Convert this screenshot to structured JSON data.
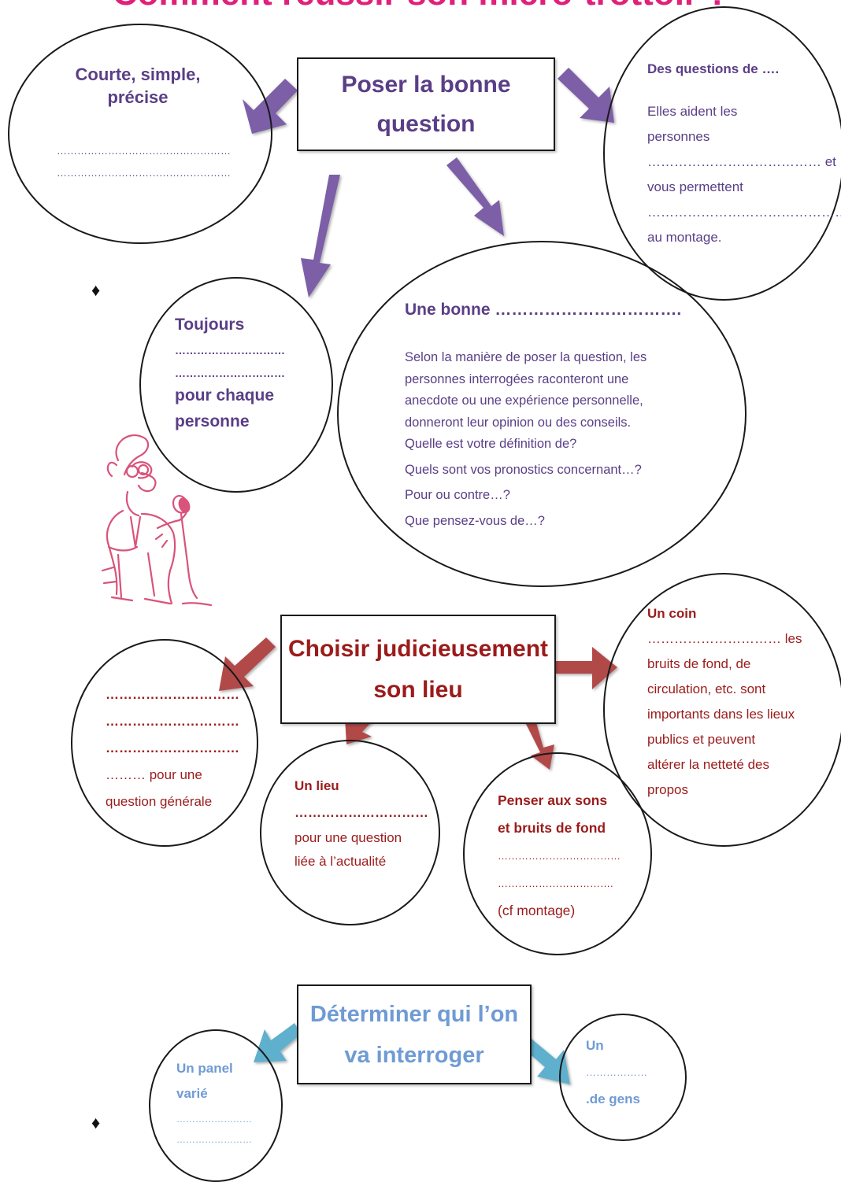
{
  "title": "Comment réussir son micro-trottoir ?",
  "colors": {
    "title": "#e0207a",
    "purple_text": "#5a3e86",
    "purple_arrow": "#7b5ea7",
    "red_text": "#9b1b1b",
    "red_arrow": "#b24a4a",
    "blue_text": "#6f9bd4",
    "blue_arrow": "#5fb0cc",
    "journalist_drawing": "#d9537a"
  },
  "section1": {
    "box_title_line1": "Poser la bonne",
    "box_title_line2": "question",
    "bubble_left": {
      "line1": "Courte, simple,",
      "line2": "précise",
      "blank1": "……………………………………………",
      "blank2": "……………………………………………"
    },
    "bubble_right": {
      "line1": "Des questions de ….",
      "line2": "Elles aident les",
      "line3": "personnes",
      "line4": "………………………………… et",
      "line5": "vous permettent",
      "line6": "…………………………………………",
      "line7": "au montage."
    },
    "bubble_toujours": {
      "line1": "Toujours",
      "line2": "…………………………",
      "line3": "…………………………",
      "line4": "pour chaque",
      "line5": "personne"
    },
    "bubble_bonne": {
      "heading": "Une bonne …………………………….",
      "line1": "Selon la manière de poser la question, les",
      "line2": "personnes interrogées raconteront une",
      "line3": "anecdote ou une expérience personnelle,",
      "line4": "donneront leur opinion ou des conseils.",
      "line5": "Quelle est votre définition de?",
      "line6": "Quels sont vos pronostics concernant…?",
      "line7": "Pour ou contre…?",
      "line8": "Que pensez-vous de…?"
    }
  },
  "section2": {
    "box_title_line1": "Choisir judicieusement",
    "box_title_line2": "son lieu",
    "bubble_left": {
      "line1": "…………………………",
      "line2": "…………………………",
      "line3": "…………………………",
      "line4": "……… pour une",
      "line5": "question générale"
    },
    "bubble_lieu": {
      "line1": "Un lieu",
      "line2": "…………………………",
      "line3": "pour une question",
      "line4": "liée à l’actualité"
    },
    "bubble_sons": {
      "line1": "Penser aux sons",
      "line2": "et bruits de fond",
      "line3": "………………………………",
      "line4": "…………………………….",
      "line5": "(cf montage)"
    },
    "bubble_coin": {
      "line1": "Un coin",
      "line2": "………………………… les",
      "line3": "bruits de fond, de",
      "line4": "circulation, etc. sont",
      "line5": "importants dans les lieux",
      "line6": "publics et peuvent",
      "line7": "altérer la netteté des",
      "line8": "propos"
    }
  },
  "section3": {
    "box_title_line1": "Déterminer qui l’on",
    "box_title_line2": "va interroger",
    "bubble_left": {
      "line1": "Un panel",
      "line2": "varié",
      "line3": "……………………",
      "line4": "……………………"
    },
    "bubble_right": {
      "line1": "Un",
      "line2": "………………",
      "line3": ".de gens"
    }
  },
  "bullets": [
    "♦",
    "♦"
  ]
}
